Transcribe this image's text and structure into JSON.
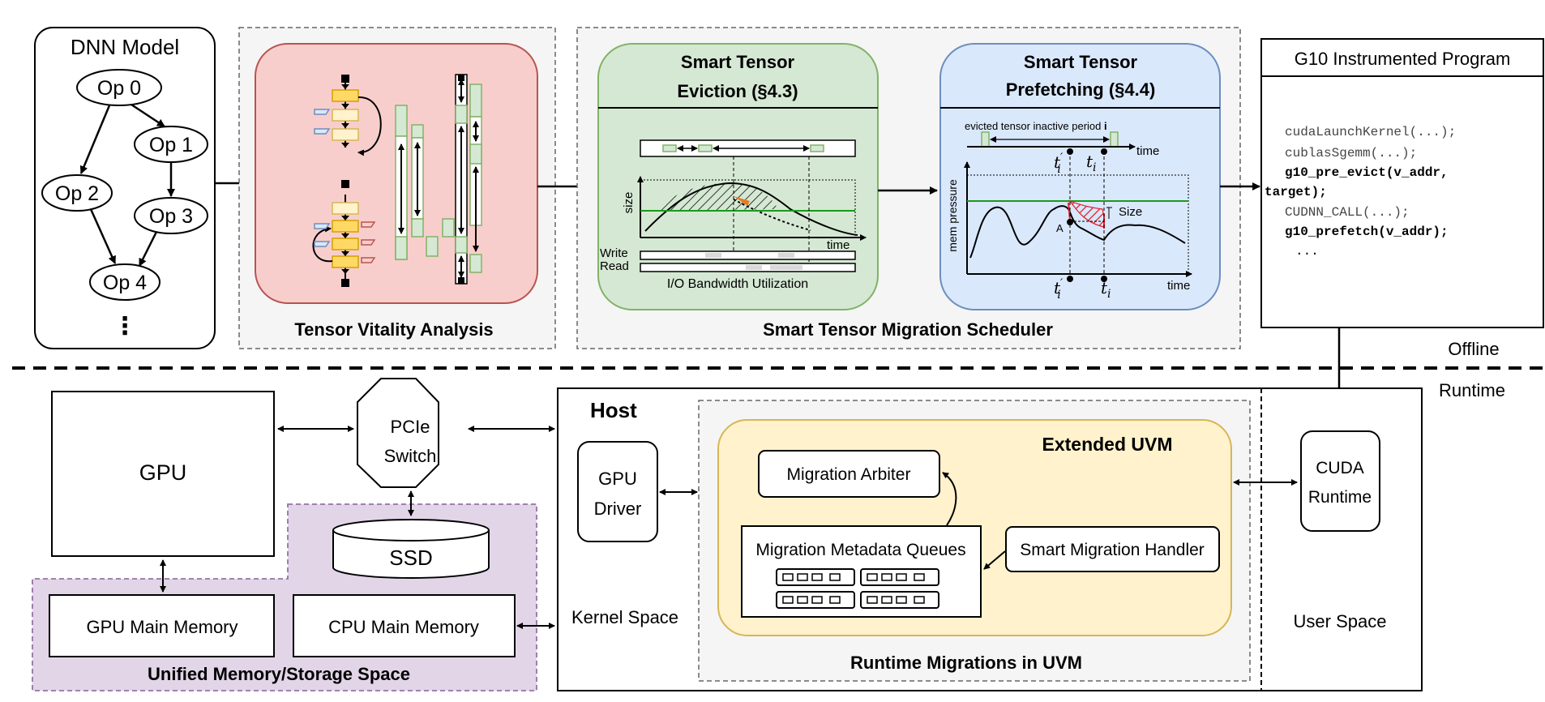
{
  "dnn": {
    "title": "DNN Model",
    "ops": [
      "Op 0",
      "Op 1",
      "Op 2",
      "Op 3",
      "Op 4"
    ],
    "more": "⋮"
  },
  "tva": {
    "label": "Tensor Vitality Analysis"
  },
  "eviction": {
    "title_line1": "Smart Tensor",
    "title_line2": "Eviction (§4.3)",
    "axis_size": "size",
    "axis_time": "time",
    "row_write": "Write",
    "row_read": "Read",
    "caption": "I/O Bandwidth Utilization"
  },
  "prefetch": {
    "title_line1": "Smart Tensor",
    "title_line2": "Prefetching (§4.4)",
    "inactive_label": "evicted tensor inactive period",
    "inactive_i": "i",
    "time_top": "time",
    "time_bottom": "time",
    "axis_mem": "mem pressure",
    "size_label": "Size",
    "point_a": "A",
    "t_prime": "t",
    "t_i": "t",
    "prime": "′",
    "sub_i": "i"
  },
  "scheduler": {
    "label": "Smart Tensor Migration Scheduler"
  },
  "program": {
    "title": "G10 Instrumented Program",
    "lines": [
      {
        "text": "cudaLaunchKernel(...);",
        "bold": false
      },
      {
        "text": "cublasSgemm(...);",
        "bold": false
      },
      {
        "text": "g10_pre_evict(v_addr,",
        "bold": true
      },
      {
        "text": "target);",
        "bold": true
      },
      {
        "text": "CUDNN_CALL(...);",
        "bold": false
      },
      {
        "text": "g10_prefetch(v_addr);",
        "bold": true
      },
      {
        "text": "...",
        "bold": false
      }
    ]
  },
  "offline_label": "Offline",
  "runtime_label": "Runtime",
  "gpu": {
    "label": "GPU"
  },
  "pcie": {
    "line1": "PCIe",
    "line2": "Switch"
  },
  "ssd": {
    "label": "SSD"
  },
  "gpu_mem": {
    "label": "GPU Main Memory"
  },
  "cpu_mem": {
    "label": "CPU Main Memory"
  },
  "unified": {
    "label": "Unified Memory/Storage Space"
  },
  "host": {
    "title": "Host",
    "kernel_space": "Kernel Space",
    "user_space": "User Space"
  },
  "gpu_driver": {
    "line1": "GPU",
    "line2": "Driver"
  },
  "uvm": {
    "title": "Extended UVM",
    "arbiter": "Migration Arbiter",
    "queues": "Migration Metadata Queues",
    "handler": "Smart Migration Handler",
    "caption": "Runtime Migrations in UVM"
  },
  "cuda_runtime": {
    "line1": "CUDA",
    "line2": "Runtime"
  },
  "colors": {
    "tva_fill": "#f8cecc",
    "tva_stroke": "#b85450",
    "evict_fill": "#d5e8d4",
    "evict_stroke": "#82b366",
    "prefetch_fill": "#dae8fc",
    "prefetch_stroke": "#6c8ebf",
    "uvm_fill": "#fff2cc",
    "uvm_stroke": "#d6b656",
    "unified_fill": "#e1d5e7",
    "unified_stroke": "#9673a6",
    "panel_fill": "#f5f5f5",
    "threshold_green": "#1a9a1a",
    "orange": "#e87b1f",
    "hatch_red": "#e0202a"
  }
}
